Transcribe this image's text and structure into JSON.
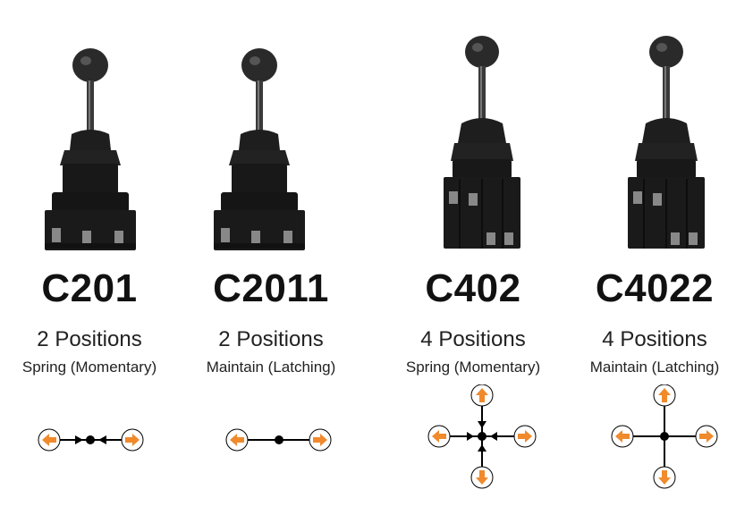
{
  "products": [
    {
      "model": "C201",
      "positions": "2 Positions",
      "mode": "Spring (Momentary)",
      "directions": 2,
      "return_type": "spring"
    },
    {
      "model": "C2011",
      "positions": "2 Positions",
      "mode": "Maintain (Latching)",
      "directions": 2,
      "return_type": "maintain"
    },
    {
      "model": "C402",
      "positions": "4 Positions",
      "mode": "Spring (Momentary)",
      "directions": 4,
      "return_type": "spring"
    },
    {
      "model": "C4022",
      "positions": "4 Positions",
      "mode": "Maintain (Latching)",
      "directions": 4,
      "return_type": "maintain"
    }
  ],
  "colors": {
    "arrow": "#f08a2c",
    "body": "#1a1a1a",
    "text": "#111111"
  },
  "icons": [
    "joystick-switch",
    "position-arrow-icon"
  ]
}
